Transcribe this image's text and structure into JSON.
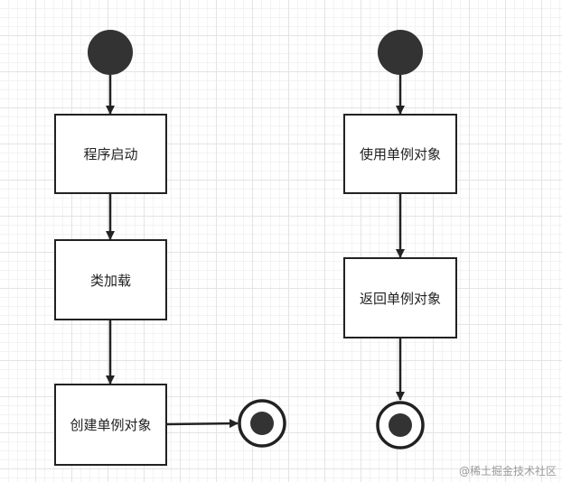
{
  "diagram": {
    "left_flow": {
      "step1": "程序启动",
      "step2": "类加载",
      "step3": "创建单例对象"
    },
    "right_flow": {
      "step1": "使用单例对象",
      "step2": "返回单例对象"
    }
  },
  "watermark": "@稀土掘金技术社区",
  "colors": {
    "stroke": "#222222",
    "node_fill": "#333333",
    "grid": "#e4e4e4"
  }
}
